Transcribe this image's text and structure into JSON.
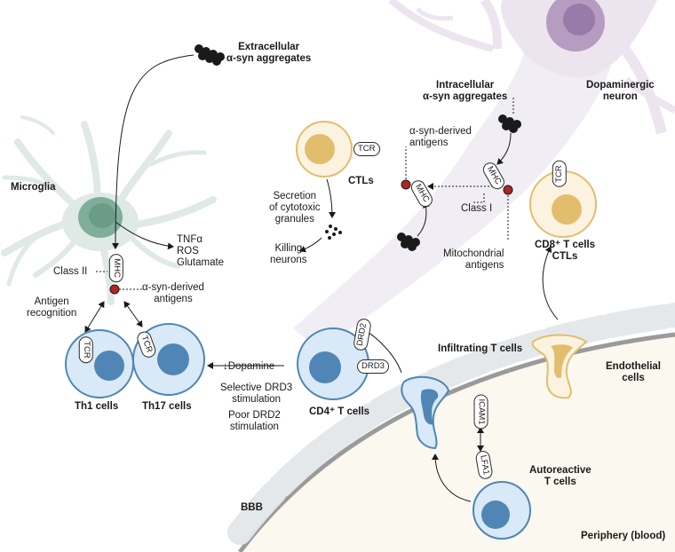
{
  "labels": {
    "extracellular": [
      "Extracellular",
      "α-syn aggregates"
    ],
    "intracellular": [
      "Intracellular",
      "α-syn aggregates"
    ],
    "dopaminergic": [
      "Dopaminergic",
      "neuron"
    ],
    "microglia": "Microglia",
    "ctls_top": "CTLs",
    "secretion": [
      "Secretion",
      "of cytotoxic",
      "granules"
    ],
    "killing": [
      "Killing",
      "neurons"
    ],
    "tnf": [
      "TNFα",
      "ROS",
      "Glutamate"
    ],
    "class_ii": "Class II",
    "class_i": "Class I",
    "antigen_recognition": [
      "Antigen",
      "recognition"
    ],
    "asyn_antigens_left": [
      "α-syn-derived",
      "antigens"
    ],
    "asyn_antigens_right": [
      "α-syn-derived",
      "antigens"
    ],
    "mito_antigens": [
      "Mitochondrial",
      "antigens"
    ],
    "cd8": [
      "CD8⁺ T cells",
      "CTLs"
    ],
    "th1": "Th1 cells",
    "th17": "Th17 cells",
    "cd4": "CD4⁺ T cells",
    "dopamine": "↓Dopamine",
    "drd3_stim": [
      "Selective DRD3",
      "stimulation"
    ],
    "drd2_stim": [
      "Poor DRD2",
      "stimulation"
    ],
    "infiltrating": "Infiltrating T cells",
    "endothelial": [
      "Endothelial",
      "cells"
    ],
    "autoreactive": [
      "Autoreactive",
      "T cells"
    ],
    "bbb": "BBB",
    "periphery": "Periphery (blood)"
  },
  "receptors": {
    "tcr": "TCR",
    "mhc": "MHC",
    "drd2": "DRD2",
    "drd3": "DRD3",
    "icam1": "ICAM1",
    "lfa1": "LFA1"
  },
  "colors": {
    "neuron": "#ece5ef",
    "neuron_nucleus": "#b59cc0",
    "axon": "#f1edf4",
    "microglia": "#dfe9e6",
    "microglia_nucleus": "#7fae9b",
    "tcell": "#d9e9f7",
    "tcell_nucleus": "#4f86b5",
    "cytotoxic": "#fbf3e0",
    "cytotoxic_nucleus": "#e3bd6e",
    "antigen": "#b32424",
    "periphery": "#fbf8ef",
    "bbb_cell": "#e3e6e9"
  }
}
